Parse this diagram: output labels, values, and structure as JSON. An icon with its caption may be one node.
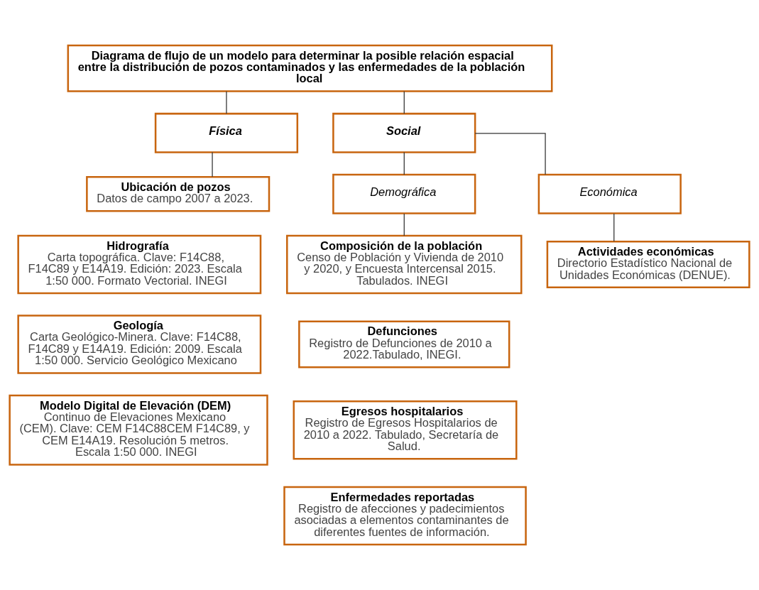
{
  "diagram": {
    "nodes": [
      {
        "text": [
          "Diagrama de flujo de un modelo para determinar la posible relación espacial entre la distribución de pozos contaminados y las enfermedades de la población local"
        ]
      },
      {
        "text": [
          "Física"
        ]
      },
      {
        "text": [
          "Social"
        ]
      },
      {
        "text": [
          "Ubicación de pozos",
          "Datos de campo 2007 a 2023."
        ]
      },
      {
        "text": [
          "Hidrografía",
          "Carta topográfica. Clave: F14C88, F14C89 y E14A19. Edición: 2023. Escala 1:50 000. Formato Vectorial. INEGI"
        ]
      },
      {
        "text": [
          "Geología",
          "Carta Geológico-Minera. Clave: F14C88, F14C89 y E14A19. Edición: 2009. Escala 1:50 000. Servicio Geológico Mexicano"
        ]
      },
      {
        "text": [
          "Modelo Digital de Elevación (DEM)",
          "Continuo de Elevaciones Mexicano (CEM). Clave: CEM F14C88CEM F14C89, y CEM E14A19. Resolución 5 metros.",
          "Escala 1:50 000. INEGI"
        ]
      },
      {
        "text": [
          "Demográfica"
        ]
      },
      {
        "text": [
          "Económica"
        ]
      },
      {
        "text": [
          "Composición de la población",
          "Censo de Población y Vivienda de 2010 y 2020, y Encuesta Intercensal 2015. Tabulados. INEGI"
        ]
      },
      {
        "text": [
          "Defunciones",
          "Registro de Defunciones de 2010 a 2022.Tabulado, INEGI."
        ]
      },
      {
        "text": [
          "Egresos hospitalarios",
          "Registro de Egresos Hospitalarios de 2010 a 2022. Tabulado, Secretaría de Salud."
        ]
      },
      {
        "text": [
          "Enfermedades reportadas",
          "Registro de afecciones y padecimientos asociadas a elementos contaminantes de diferentes fuentes de información."
        ]
      },
      {
        "text": [
          "Actividades económicas",
          "Directorio Estadístico Nacional de Unidades Económicas (DENUE)."
        ]
      }
    ],
    "edges": [
      {
        "from": 0,
        "to": 1,
        "arrow": "none"
      },
      {
        "from": 0,
        "to": 2,
        "arrow": "none"
      },
      {
        "from": 1,
        "to": 3,
        "arrow": "none"
      },
      {
        "from": 2,
        "to": 7,
        "arrow": "none"
      },
      {
        "from": 2,
        "to": 8,
        "arrow": "none"
      },
      {
        "from": 7,
        "to": 9,
        "arrow": "none"
      },
      {
        "from": 8,
        "to": 13,
        "arrow": "none"
      }
    ]
  }
}
